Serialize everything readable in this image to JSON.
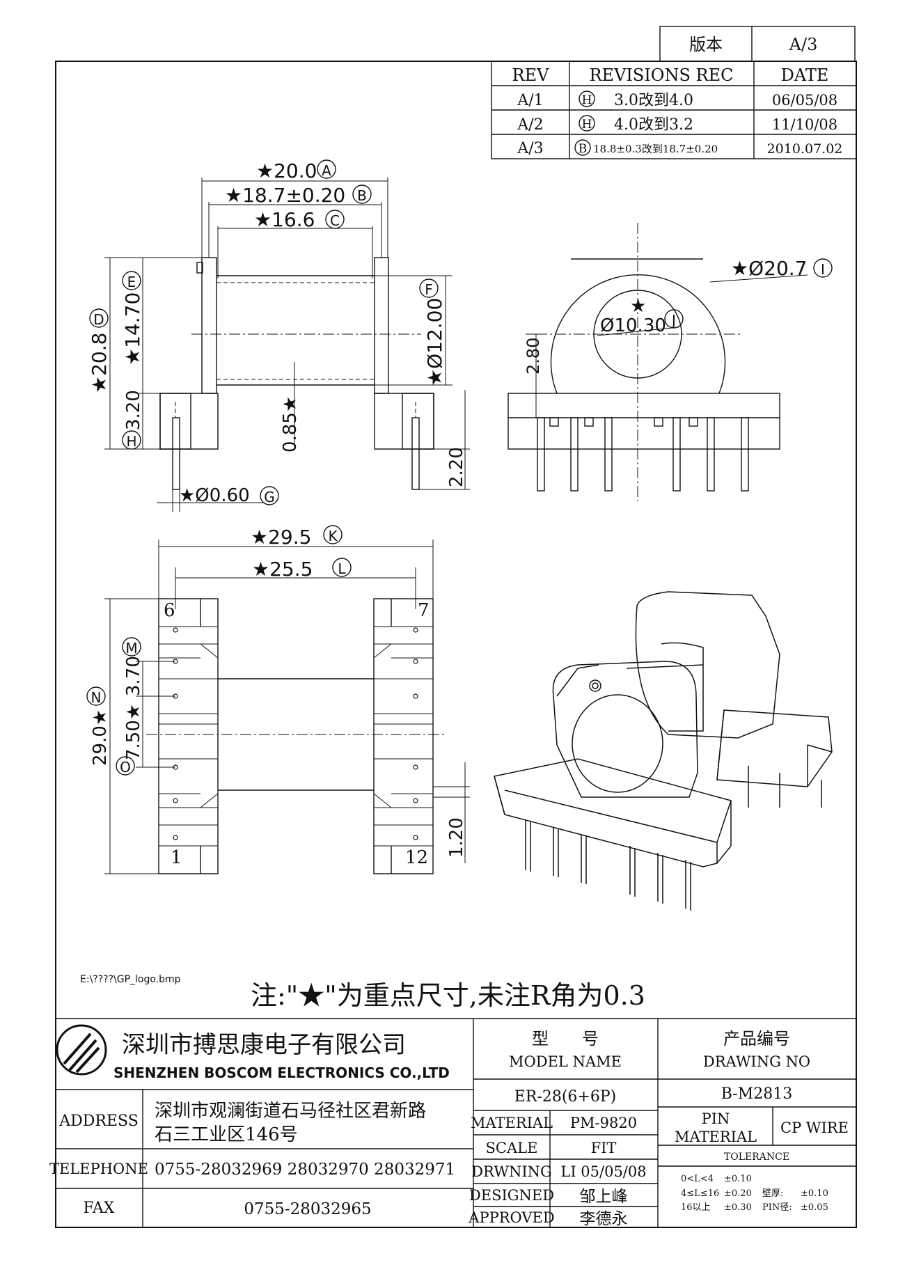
{
  "version_box": {
    "label": "版本",
    "value": "A/3"
  },
  "revisions": {
    "headers": [
      "REV",
      "REVISIONS REC",
      "DATE"
    ],
    "rows": [
      {
        "rev": "A/1",
        "mark": "H",
        "text": "3.0改到4.0",
        "date": "06/05/08"
      },
      {
        "rev": "A/2",
        "mark": "H",
        "text": "4.0改到3.2",
        "date": "11/10/08"
      },
      {
        "rev": "A/3",
        "mark": "B",
        "text": "18.8±0.3改到18.7±0.20",
        "date": "2010.07.02"
      }
    ]
  },
  "dimensions": {
    "A": "★20.0",
    "B": "★18.7±0.20",
    "C": "★16.6",
    "D": "★20.8",
    "E": "★14.70",
    "F": "★Ø12.00",
    "H": "3.20",
    "h_085": "0.85★",
    "h_220": "2.20",
    "G": "★Ø0.60",
    "I": "★Ø20.7",
    "J": "Ø10.30",
    "j_star": "★",
    "h_280": "2.80",
    "K": "★29.5",
    "L": "★25.5",
    "M": "3.70",
    "N": "29.0★",
    "O": "7.50★",
    "h_120": "1.20",
    "pins": [
      "6",
      "7",
      "1",
      "12"
    ],
    "letters": [
      "A",
      "B",
      "C",
      "D",
      "E",
      "F",
      "G",
      "H",
      "I",
      "J",
      "K",
      "L",
      "M",
      "N",
      "O"
    ]
  },
  "file_path": "E:\\????\\GP_logo.bmp",
  "note": "注:\"★\"为重点尺寸,未注R角为0.3",
  "company": {
    "name_cn": "深圳市搏思康电子有限公司",
    "name_en": "SHENZHEN BOSCOM ELECTRONICS CO.,LTD",
    "address_label": "ADDRESS",
    "address_line1": "深圳市观澜街道石马径社区君新路",
    "address_line2": "石三工业区146号",
    "telephone_label": "TELEPHONE",
    "telephone": "0755-28032969 28032970 28032971",
    "fax_label": "FAX",
    "fax": "0755-28032965"
  },
  "title_block": {
    "model_cn": "型　　号",
    "model_en": "MODEL NAME",
    "model_value": "ER-28(6+6P)",
    "drawing_cn": "产品编号",
    "drawing_en": "DRAWING NO",
    "drawing_value": "B-M2813",
    "material_label": "MATERIAL",
    "material_value": "PM-9820",
    "scale_label": "SCALE",
    "scale_value": "FIT",
    "drawing_label": "DRWNING",
    "drawing_by": "LI 05/05/08",
    "designed_label": "DESIGNED",
    "designed_by": "邹上峰",
    "approved_label": "APPROVED",
    "approved_by": "李德永",
    "pin_material_1": "PIN",
    "pin_material_2": "MATERIAL",
    "pin_material_value": "CP WIRE",
    "tolerance_label": "TOLERANCE",
    "tol_1a": "0<L<4",
    "tol_1b": "±0.10",
    "tol_2a": "4≤L≤16",
    "tol_2b": "±0.20",
    "tol_2c": "壁厚:",
    "tol_2d": "±0.10",
    "tol_3a": "16以上",
    "tol_3b": "±0.30",
    "tol_3c": "PIN径:",
    "tol_3d": "±0.05"
  }
}
